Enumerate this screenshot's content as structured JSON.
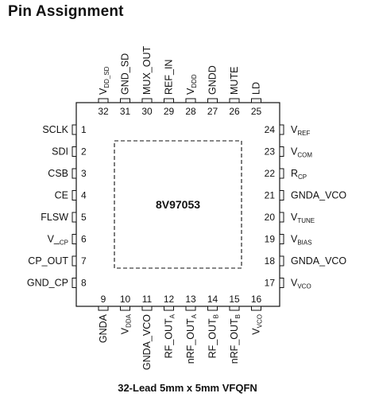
{
  "title": "Pin Assignment",
  "caption": "32-Lead 5mm x 5mm VFQFN",
  "part_number": "8V97053",
  "pins_left": [
    {
      "num": "1",
      "name": "SCLK",
      "sub": ""
    },
    {
      "num": "2",
      "name": "SDI",
      "sub": ""
    },
    {
      "num": "3",
      "name": "CSB",
      "sub": ""
    },
    {
      "num": "4",
      "name": "CE",
      "sub": ""
    },
    {
      "num": "5",
      "name": "FLSW",
      "sub": ""
    },
    {
      "num": "6",
      "name": "V_",
      "sub": "CP"
    },
    {
      "num": "7",
      "name": "CP_OUT",
      "sub": ""
    },
    {
      "num": "8",
      "name": "GND_CP",
      "sub": ""
    }
  ],
  "pins_right": [
    {
      "num": "24",
      "name": "V",
      "sub": "REF"
    },
    {
      "num": "23",
      "name": "V",
      "sub": "COM"
    },
    {
      "num": "22",
      "name": "R",
      "sub": "CP"
    },
    {
      "num": "21",
      "name": "GNDA_VCO",
      "sub": ""
    },
    {
      "num": "20",
      "name": "V",
      "sub": "TUNE"
    },
    {
      "num": "19",
      "name": "V",
      "sub": "BIAS"
    },
    {
      "num": "18",
      "name": "GNDA_VCO",
      "sub": ""
    },
    {
      "num": "17",
      "name": "V",
      "sub": "VCO"
    }
  ],
  "pins_top": [
    {
      "num": "32",
      "name": "V",
      "sub": "DD_SD"
    },
    {
      "num": "31",
      "name": "GND_SD",
      "sub": ""
    },
    {
      "num": "30",
      "name": "MUX_OUT",
      "sub": ""
    },
    {
      "num": "29",
      "name": "REF_IN",
      "sub": ""
    },
    {
      "num": "28",
      "name": "V",
      "sub": "DDD"
    },
    {
      "num": "27",
      "name": "GNDD",
      "sub": ""
    },
    {
      "num": "26",
      "name": "MUTE",
      "sub": ""
    },
    {
      "num": "25",
      "name": "LD",
      "sub": ""
    }
  ],
  "pins_bottom": [
    {
      "num": "9",
      "name": "GNDA",
      "sub": ""
    },
    {
      "num": "10",
      "name": "V",
      "sub": "DDA"
    },
    {
      "num": "11",
      "name": "GNDA_VCO",
      "sub": ""
    },
    {
      "num": "12",
      "name": "RF_OUT",
      "sub": "A"
    },
    {
      "num": "13",
      "name": "nRF_OUT",
      "sub": "A"
    },
    {
      "num": "14",
      "name": "RF_OUT",
      "sub": "B"
    },
    {
      "num": "15",
      "name": "nRF_OUT",
      "sub": "B"
    },
    {
      "num": "16",
      "name": "V",
      "sub": "VCO"
    }
  ]
}
